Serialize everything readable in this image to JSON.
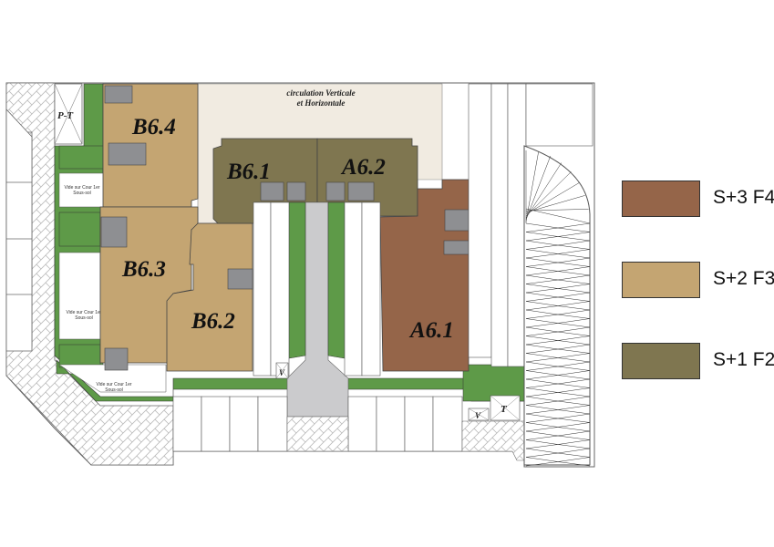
{
  "plan": {
    "circulation_label_line1": "circulation Verticale",
    "circulation_label_line2": "et Horizontale",
    "units": {
      "B6_4": "B6.4",
      "B6_3": "B6.3",
      "B6_2": "B6.2",
      "B6_1": "B6.1",
      "A6_2": "A6.2",
      "A6_1": "A6.1"
    },
    "tags": {
      "pt": "P-T",
      "v1": "V",
      "v2": "V",
      "t": "T"
    },
    "courtyard_note_line1": "Vide sur Cour 1er",
    "courtyard_note_line2": "Sous-sol"
  },
  "legend": [
    {
      "label": "S+3 F4",
      "color": "#956549"
    },
    {
      "label": "S+2 F3",
      "color": "#c4a572"
    },
    {
      "label": "S+1 F2",
      "color": "#7f7650"
    }
  ],
  "colors": {
    "green": "#5e9a48",
    "grey": "#8e8f92",
    "circulation": "#f1ebe1",
    "road": "#cbcbcd"
  }
}
